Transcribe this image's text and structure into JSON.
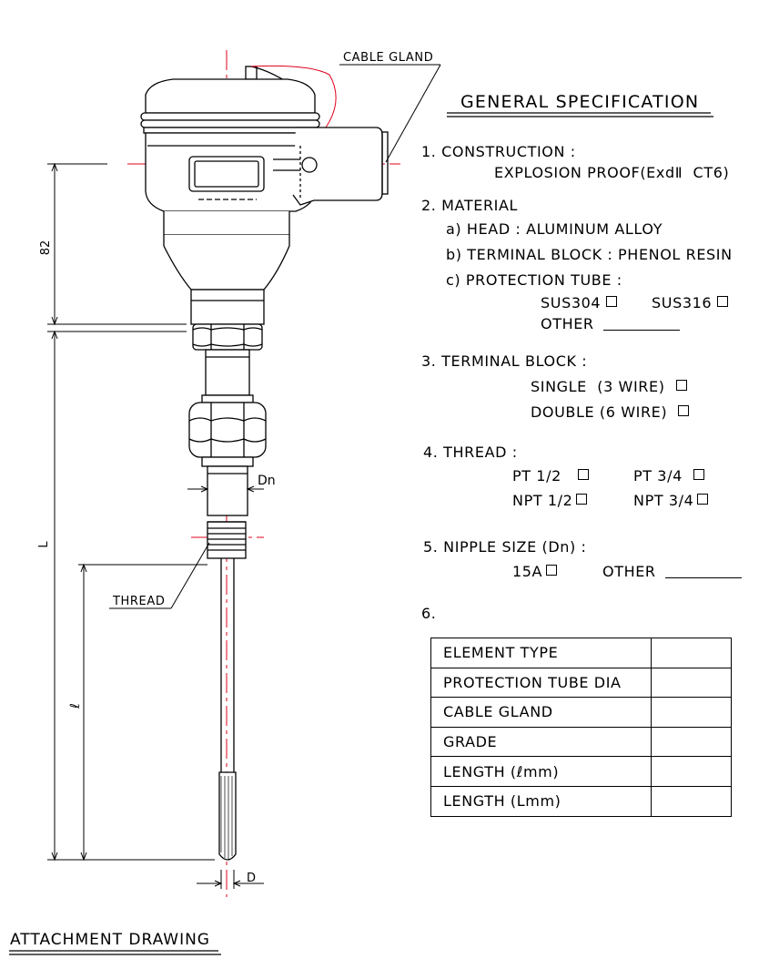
{
  "drawing": {
    "cable_gland_label": "CABLE GLAND",
    "thread_label": "THREAD",
    "dim_82": "82",
    "dim_L": "L",
    "dim_l": "ℓ",
    "dim_Dn": "Dn",
    "dim_D": "D",
    "attachment_label": "ATTACHMENT DRAWING",
    "line_color": "#000000",
    "centerline_color": "#e0001b"
  },
  "spec": {
    "title": "GENERAL SPECIFICATION",
    "s1": {
      "heading": "1. CONSTRUCTION :",
      "value": "EXPLOSION PROOF(ExdⅡ  CT6)"
    },
    "s2": {
      "heading": "2. MATERIAL",
      "a": "a) HEAD : ALUMINUM ALLOY",
      "b": "b) TERMINAL BLOCK : PHENOL RESIN",
      "c": "c) PROTECTION TUBE :",
      "opt1": "SUS304",
      "opt2": "SUS316",
      "other": "OTHER"
    },
    "s3": {
      "heading": "3. TERMINAL BLOCK :",
      "single": "SINGLE  (3 WIRE)",
      "double": "DOUBLE (6 WIRE)"
    },
    "s4": {
      "heading": "4. THREAD :",
      "pt12": "PT 1/2",
      "pt34": "PT 3/4",
      "npt12": "NPT 1/2",
      "npt34": "NPT 3/4"
    },
    "s5": {
      "heading": "5. NIPPLE SIZE (Dn) :",
      "a15": "15A",
      "other": "OTHER"
    },
    "s6": {
      "heading": "6."
    }
  },
  "table": {
    "rows": [
      {
        "label": "ELEMENT TYPE",
        "value": ""
      },
      {
        "label": "PROTECTION TUBE DIA",
        "value": ""
      },
      {
        "label": "CABLE GLAND",
        "value": ""
      },
      {
        "label": "GRADE",
        "value": ""
      },
      {
        "label": "LENGTH   (ℓmm)",
        "value": ""
      },
      {
        "label": "LENGTH   (Lmm)",
        "value": ""
      }
    ]
  }
}
